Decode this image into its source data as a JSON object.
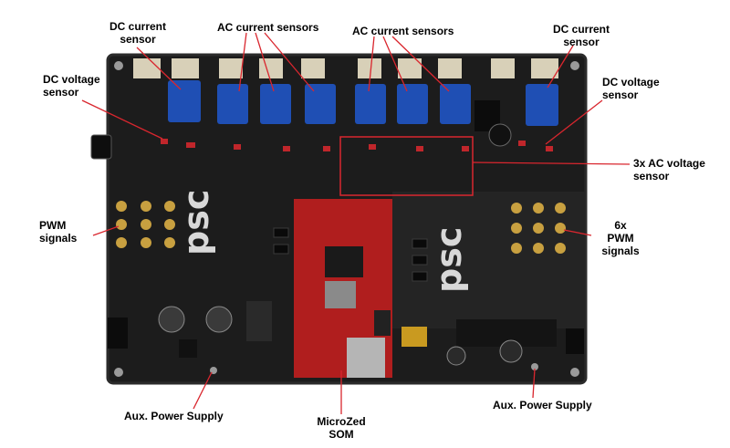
{
  "labels": {
    "dc_current_left": [
      "DC current",
      "sensor"
    ],
    "ac_current_left": "AC current sensors",
    "ac_current_mid": "AC current sensors",
    "dc_current_right": [
      "DC current",
      "sensor"
    ],
    "dc_voltage_left": [
      "DC voltage",
      "sensor"
    ],
    "dc_voltage_right": [
      "DC voltage",
      "sensor"
    ],
    "ac_voltage": [
      "3x AC voltage",
      "sensor"
    ],
    "pwm_left": [
      "PWM",
      "signals"
    ],
    "pwm_right": [
      "6x",
      "PWM",
      "signals"
    ],
    "aux_left": "Aux. Power Supply",
    "microzed": [
      "MicroZed",
      "SOM"
    ],
    "aux_right": "Aux. Power Supply"
  },
  "board_logo_text": "psc",
  "colors": {
    "pcb": "#1c1c1c",
    "pcb_edge": "#2b2b2b",
    "sensor_blue": "#1f4fb4",
    "som_red": "#b01e1e",
    "highlight_box": "#d9262e",
    "callout_line": "#d9262e",
    "connector_gold": "#c8a040"
  }
}
